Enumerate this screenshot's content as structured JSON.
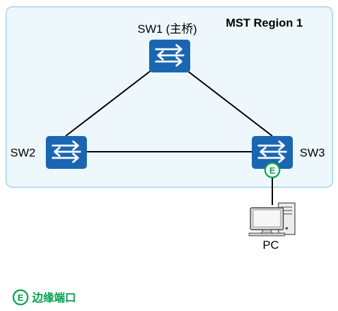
{
  "region": {
    "title": "MST Region 1"
  },
  "switches": [
    {
      "id": "sw1",
      "label": "SW1 (主桥)"
    },
    {
      "id": "sw2",
      "label": "SW2"
    },
    {
      "id": "sw3",
      "label": "SW3"
    }
  ],
  "pc": {
    "label": "PC"
  },
  "edge_port": {
    "marker": "E",
    "legend_label": "边缘端口"
  },
  "colors": {
    "region_fill": "#eef7fb",
    "region_border": "#9fd3ea",
    "switch_fill": "#1a66b3",
    "edge_green": "#00a04a",
    "link": "#000000"
  },
  "icons": {
    "switch": "switch-icon",
    "pc": "pc-icon",
    "edge_port": "edge-port-icon"
  }
}
